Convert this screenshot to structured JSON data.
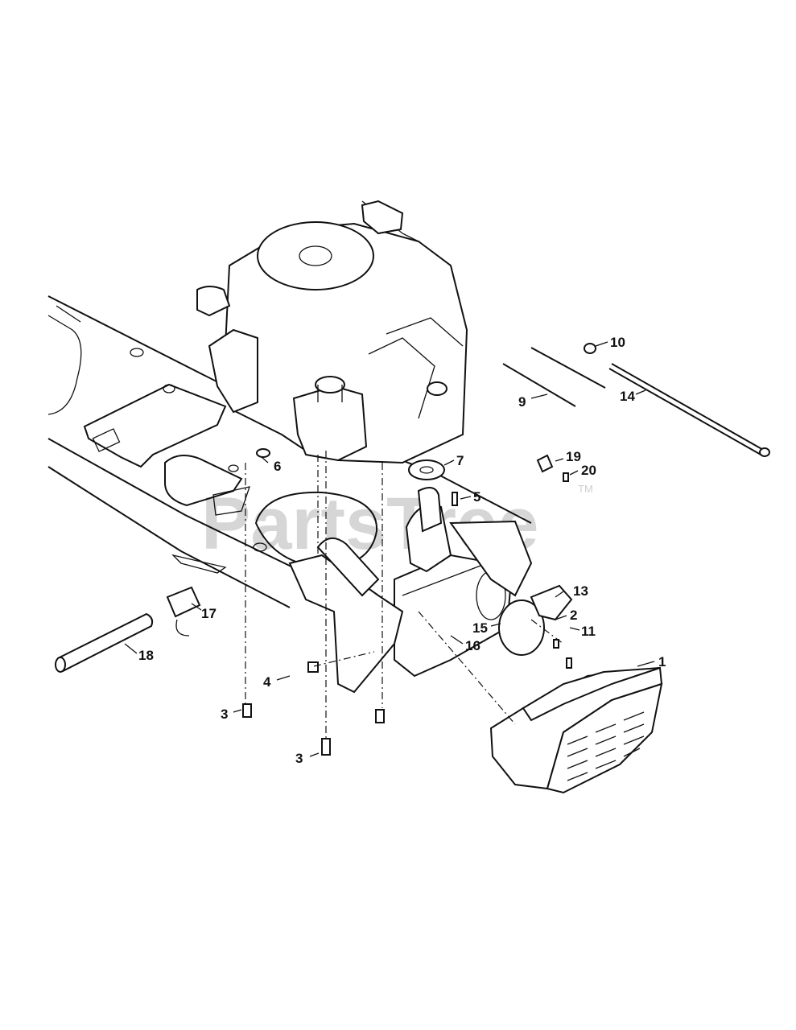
{
  "watermark": {
    "text": "PartsTree",
    "tm": "TM"
  },
  "callouts": [
    {
      "label": "1"
    },
    {
      "label": "2"
    },
    {
      "label": "3"
    },
    {
      "label": "3"
    },
    {
      "label": "4"
    },
    {
      "label": "5"
    },
    {
      "label": "6"
    },
    {
      "label": "7"
    },
    {
      "label": "9"
    },
    {
      "label": "10"
    },
    {
      "label": "11"
    },
    {
      "label": "13"
    },
    {
      "label": "14"
    },
    {
      "label": "15"
    },
    {
      "label": "16"
    },
    {
      "label": "17"
    },
    {
      "label": "18"
    },
    {
      "label": "19"
    },
    {
      "label": "20"
    }
  ]
}
